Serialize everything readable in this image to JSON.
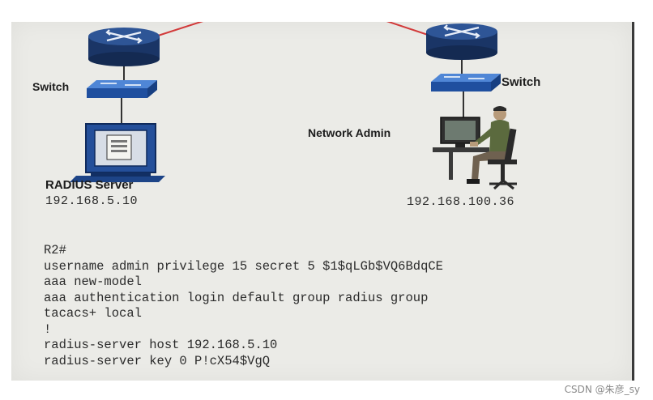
{
  "diagram": {
    "labels": {
      "switch_left": "Switch",
      "switch_right": "Switch",
      "network_admin": "Network Admin",
      "radius_server": "RADIUS Server",
      "radius_ip": "192.168.5.10",
      "admin_ip": "192.168.100.36"
    },
    "icons": [
      "router-icon",
      "switch-icon",
      "server-icon",
      "workstation-icon"
    ],
    "colors": {
      "router": "#1f3f73",
      "switch": "#2a5aa8",
      "link": "#d23a3a",
      "background": "#ebebe7"
    }
  },
  "config": {
    "lines": [
      "R2#",
      "username admin privilege 15 secret 5 $1$qLGb$VQ6BdqCE",
      "aaa new-model",
      "aaa authentication login default group radius group",
      "tacacs+ local",
      "!",
      "radius-server host 192.168.5.10",
      "radius-server key 0 P!cX54$VgQ"
    ]
  },
  "watermark": "CSDN @朱彦_sy"
}
